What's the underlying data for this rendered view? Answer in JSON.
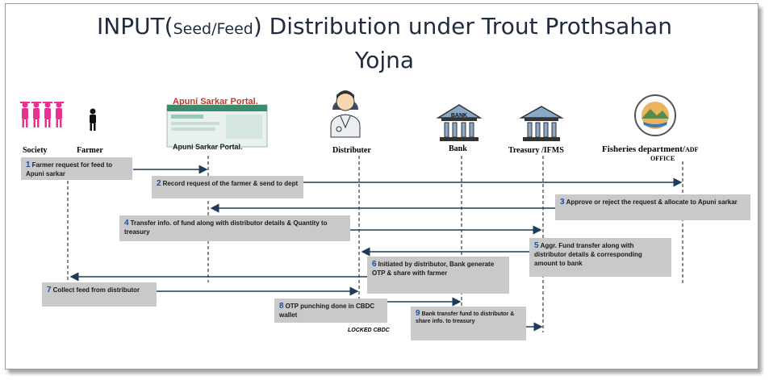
{
  "title": {
    "line1_a": "INPUT(",
    "line1_small": "Seed/Feed",
    "line1_b": ") Distribution under Trout Prothsahan",
    "line2": "Yojna"
  },
  "actors": {
    "society": "Society",
    "farmer": "Farmer",
    "portal_title": "Apuni Sarkar Portal.",
    "portal_caption": "Apuni Sarkar Portal.",
    "distributer": "Distributer",
    "bank": "Bank",
    "treasury": "Treasury /IFMS",
    "fisheries_line1": "Fisheries department/",
    "fisheries_adf": "ADF",
    "fisheries_line2": "OFFICE"
  },
  "steps": [
    {
      "n": "1",
      "text": "Farmer request for feed to Apuni sarkar"
    },
    {
      "n": "2",
      "text": "Record request of the farmer & send to dept"
    },
    {
      "n": "3",
      "text": "Approve or reject the request & allocate to Apuni sarkar"
    },
    {
      "n": "4",
      "text": "Transfer info. of fund along with distributor details & Quantity to treasury"
    },
    {
      "n": "5",
      "text": "Aggr. Fund transfer along with distributor details & corresponding amount to bank"
    },
    {
      "n": "6",
      "text": "Initiated by distributor, Bank generate OTP & share with farmer"
    },
    {
      "n": "7",
      "text": "Collect feed from distributor"
    },
    {
      "n": "8",
      "text": "OTP punching done in CBDC wallet"
    },
    {
      "n": "9",
      "text": "Bank transfer fund to distributor & share info. to treasury"
    }
  ],
  "locked_label": "LOCKED CBDC",
  "colors": {
    "arrow": "#1f3b5c",
    "box": "#c9c9c9",
    "step_number": "#1a4fa0",
    "society_icon": "#e8318f",
    "portal_title": "#c0392b"
  }
}
